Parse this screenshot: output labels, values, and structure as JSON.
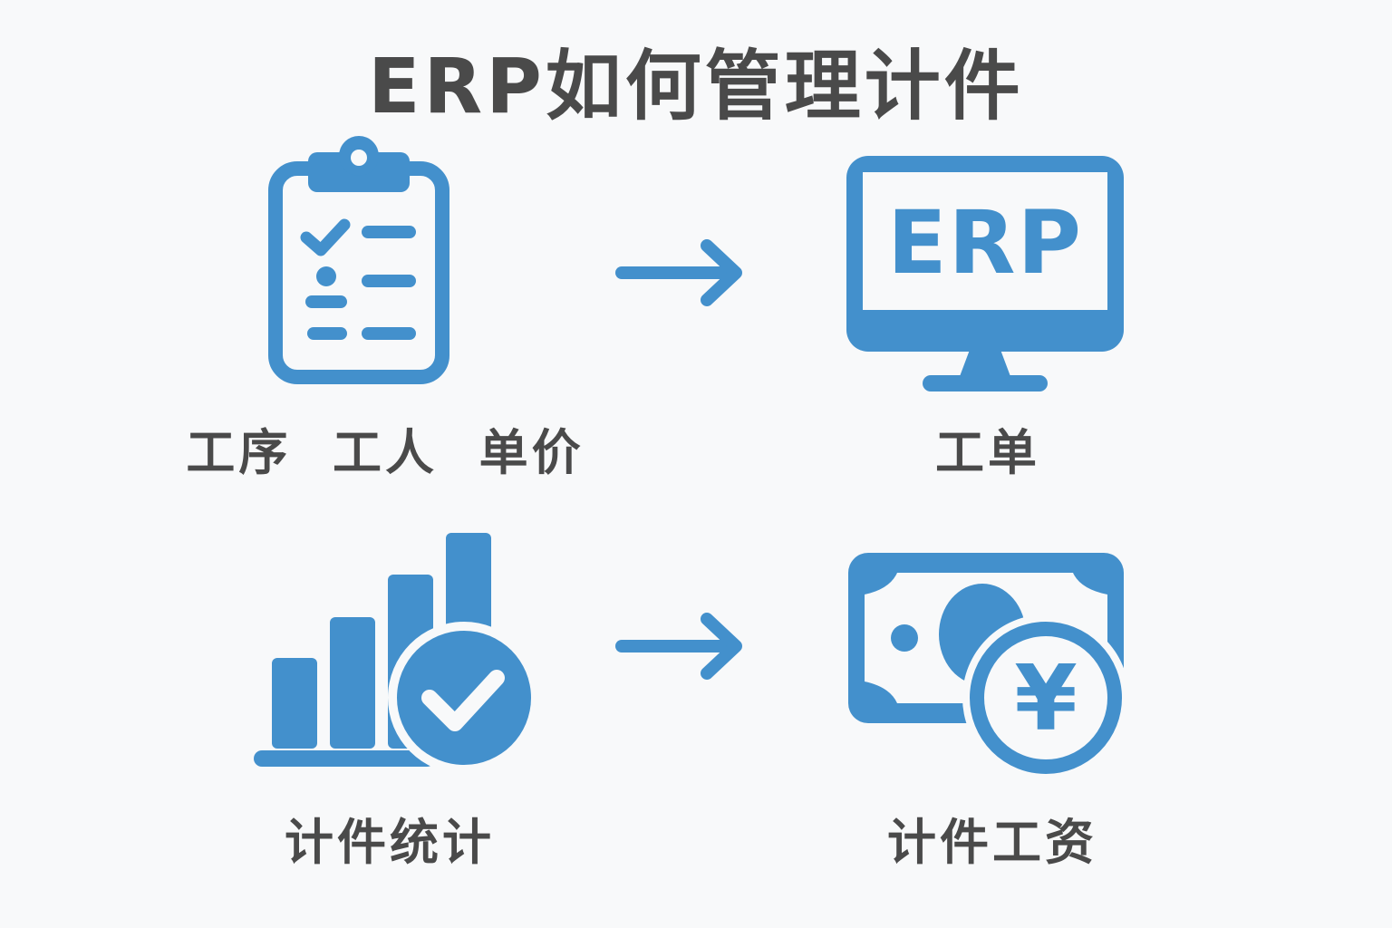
{
  "title": "ERP如何管理计件",
  "colors": {
    "accent": "#4390CC",
    "text": "#4a4a4a",
    "background": "#f8f9fa"
  },
  "steps": [
    {
      "icon": "clipboard-checklist-icon",
      "label": "工序  工人  单价"
    },
    {
      "icon": "erp-monitor-icon",
      "label": "工单",
      "screen_text": "ERP"
    },
    {
      "icon": "bar-chart-check-icon",
      "label": "计件统计"
    },
    {
      "icon": "money-yuan-icon",
      "label": "计件工资",
      "coin_symbol": "¥"
    }
  ]
}
